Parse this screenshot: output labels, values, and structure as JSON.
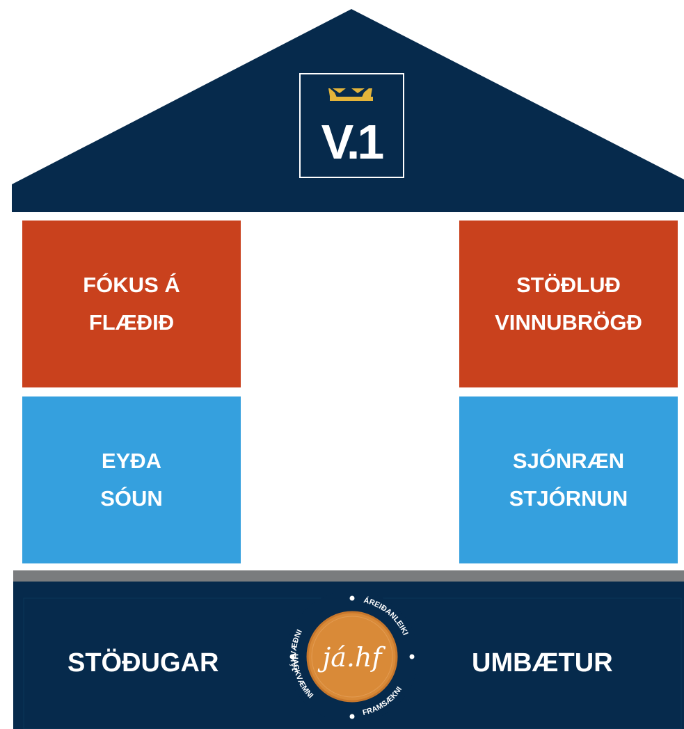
{
  "logo": {
    "text": "V.1"
  },
  "pillars": {
    "top_left": "FÓKUS Á\nFLÆÐIÐ",
    "top_right": "STÖÐLUÐ\nVINNUBRÖGÐ",
    "bottom_left": "EYÐA\nSÓUN",
    "bottom_right": "SJÓNRÆN\nSTJÓRNUN"
  },
  "foundation": {
    "left": "STÖÐUGAR",
    "right": "UMBÆTUR"
  },
  "seal": {
    "center": "já.hf",
    "ring_top_left": "JÁKVÆÐNI",
    "ring_top_right": "ÁREIÐANLEIKI",
    "ring_bottom_left": "HAGKVÆMNI",
    "ring_bottom_right": "FRAMSÆKNI"
  },
  "colors": {
    "navy": "#062a4c",
    "orange": "#c9411d",
    "blue": "#35a0de",
    "gray": "#7a7c7e",
    "gold": "#e3b43a",
    "seal_orange": "#d98a38"
  }
}
